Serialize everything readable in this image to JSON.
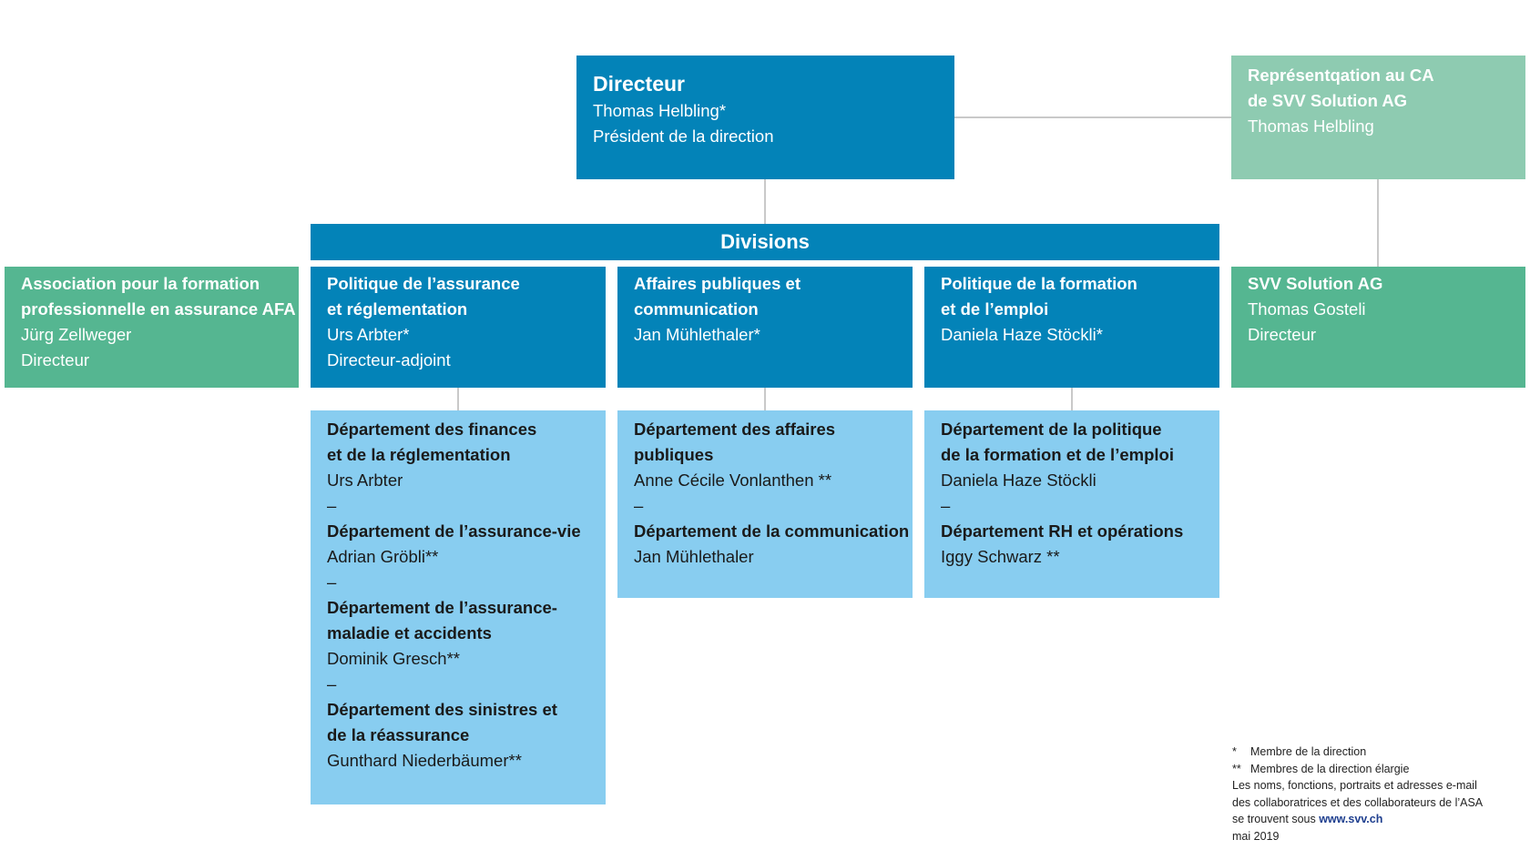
{
  "director": {
    "title": "Directeur",
    "name": "Thomas Helbling*",
    "role": "Président de la direction"
  },
  "ca_representation": {
    "line1": "Représentqation au CA",
    "line2": "de SVV Solution AG",
    "name": "Thomas Helbling"
  },
  "divisions_label": "Divisions",
  "afa": {
    "line1": "Association pour la formation",
    "line2": "professionnelle en assurance AFA",
    "name": "Jürg Zellweger",
    "role": "Directeur"
  },
  "svv_solution": {
    "title": "SVV Solution AG",
    "name": "Thomas Gosteli",
    "role": "Directeur"
  },
  "divisions": [
    {
      "line1": "Politique de l’assurance",
      "line2": "et réglementation",
      "name": "Urs Arbter*",
      "role": "Directeur-adjoint",
      "departments": [
        {
          "line1": "Département des finances",
          "line2": "et de la réglementation",
          "name": "Urs Arbter"
        },
        {
          "line1": "Département de l’assurance-vie",
          "name": "Adrian Gröbli**"
        },
        {
          "line1": "Département de l’assurance-",
          "line2": "maladie et accidents",
          "name": "Dominik Gresch**"
        },
        {
          "line1": "Département des sinistres et",
          "line2": "de la réassurance",
          "name": "Gunthard Niederbäumer**"
        }
      ]
    },
    {
      "line1": "Affaires publiques et",
      "line2": "communication",
      "name": "Jan Mühlethaler*",
      "departments": [
        {
          "line1": "Département des affaires",
          "line2": "publiques",
          "name": "Anne Cécile Vonlanthen **"
        },
        {
          "line1": "Département de la communication",
          "name": "Jan Mühlethaler"
        }
      ]
    },
    {
      "line1": "Politique de la formation",
      "line2": "et de l’emploi",
      "name": "Daniela Haze Stöckli*",
      "departments": [
        {
          "line1": "Département de la politique",
          "line2": "de la formation et de l’emploi",
          "name": "Daniela Haze Stöckli"
        },
        {
          "line1": "Département RH et opérations",
          "name": "Iggy Schwarz **"
        }
      ]
    }
  ],
  "separator": "–",
  "notes": {
    "mark1": "*",
    "text1": "Membre de la direction",
    "mark2": "**",
    "text2": "Membres de la direction élargie",
    "line3": "Les noms, fonctions, portraits et adresses e-mail",
    "line4": "des collaboratrices et des collaborateurs de l’ASA",
    "line5_prefix": "se trouvent sous ",
    "website": "www.svv.ch",
    "date": "mai 2019"
  },
  "colors": {
    "dark_blue": "#0383b8",
    "light_blue": "#88cdf0",
    "green": "#55b691",
    "mint": "#8ecbb1",
    "connector": "#c9c9c9"
  }
}
